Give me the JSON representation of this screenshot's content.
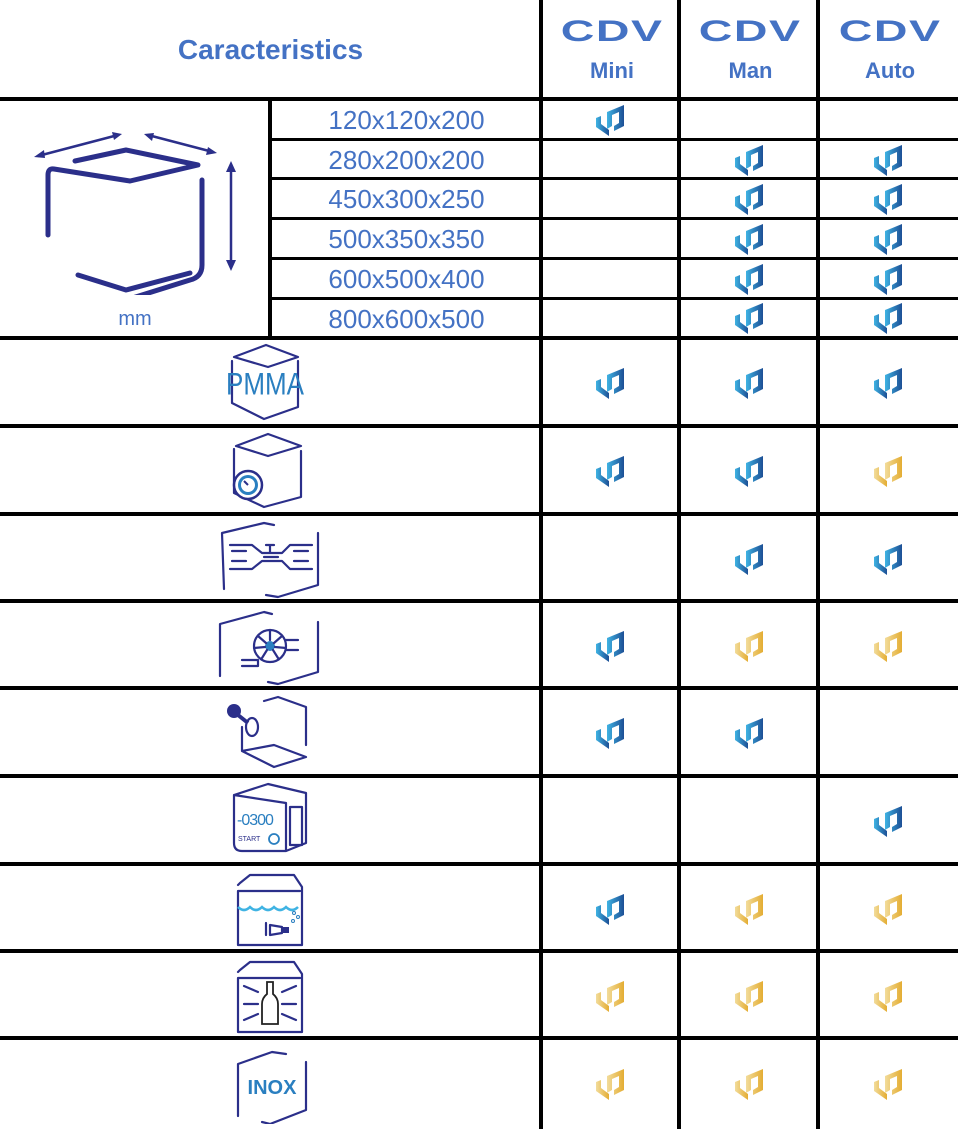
{
  "header": {
    "title": "Caracteristics",
    "brand": "CDV",
    "models": [
      "Mini",
      "Man",
      "Auto"
    ]
  },
  "dimensions": {
    "unit": "mm",
    "icon": "box-dimensions-icon",
    "rows": [
      {
        "size": "120x120x200",
        "marks": [
          "blue",
          "",
          ""
        ]
      },
      {
        "size": "280x200x200",
        "marks": [
          "",
          "blue",
          "blue"
        ]
      },
      {
        "size": "450x300x250",
        "marks": [
          "",
          "blue",
          "blue"
        ]
      },
      {
        "size": "500x350x350",
        "marks": [
          "",
          "blue",
          "blue"
        ]
      },
      {
        "size": "600x500x400",
        "marks": [
          "",
          "blue",
          "blue"
        ]
      },
      {
        "size": "800x600x500",
        "marks": [
          "",
          "blue",
          "blue"
        ]
      }
    ]
  },
  "features": [
    {
      "icon": "pmma-box-icon",
      "label": "PMMA",
      "marks": [
        "blue",
        "blue",
        "blue"
      ]
    },
    {
      "icon": "pressure-gauge-box-icon",
      "marks": [
        "blue",
        "blue",
        "gold"
      ]
    },
    {
      "icon": "venturi-flow-icon",
      "marks": [
        "",
        "blue",
        "blue"
      ]
    },
    {
      "icon": "blower-fan-icon",
      "marks": [
        "blue",
        "gold",
        "gold"
      ]
    },
    {
      "icon": "joystick-valve-icon",
      "marks": [
        "blue",
        "blue",
        ""
      ]
    },
    {
      "icon": "digital-display-box-icon",
      "display": "-0300",
      "button": "START",
      "marks": [
        "",
        "",
        "blue"
      ]
    },
    {
      "icon": "water-bath-tube-icon",
      "marks": [
        "blue",
        "gold",
        "gold"
      ]
    },
    {
      "icon": "bottle-pressure-icon",
      "marks": [
        "gold",
        "gold",
        "gold"
      ]
    },
    {
      "icon": "inox-box-icon",
      "label": "INOX",
      "marks": [
        "gold",
        "gold",
        "gold"
      ]
    }
  ],
  "legend_colors": {
    "blue": "#2a7fc0",
    "gold": "#e8b84a",
    "text": "#4472c4",
    "icon_stroke": "#2b2f8a"
  }
}
